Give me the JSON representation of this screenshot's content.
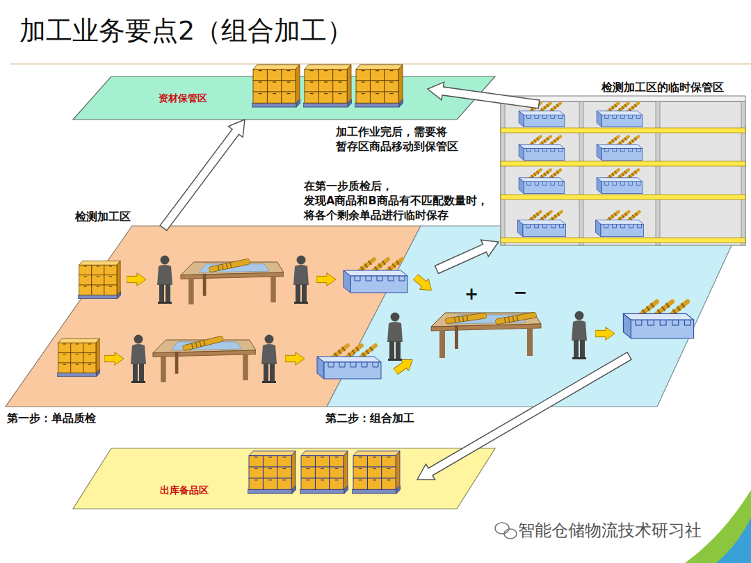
{
  "diagram": {
    "title": "加工业务要点2（组合加工）",
    "nodes": [
      {
        "text": [
          "资材保管区"
        ]
      },
      {
        "text": [
          "检测加工区",
          "第一步：单品质检"
        ]
      },
      {
        "text": [
          "第二步：组合加工"
        ]
      },
      {
        "text": [
          "检测加工区的临时保管区"
        ]
      },
      {
        "text": [
          "出库备品区"
        ]
      }
    ],
    "edges": [
      {
        "from": 1,
        "to": 0,
        "arrow": "to"
      },
      {
        "from": 3,
        "to": 0,
        "arrow": "to"
      },
      {
        "from": 2,
        "to": 3,
        "arrow": "to"
      },
      {
        "from": 2,
        "to": 4,
        "arrow": "to"
      }
    ],
    "labels": [
      "加工作业完后，需要将 暂存区商品移动到保管区",
      "在第一步质检后， 发现A商品和B商品有不匹配数量时， 将各个剩余单品进行临时保存",
      "+",
      "−",
      "智能仓储物流技术研习社"
    ]
  }
}
